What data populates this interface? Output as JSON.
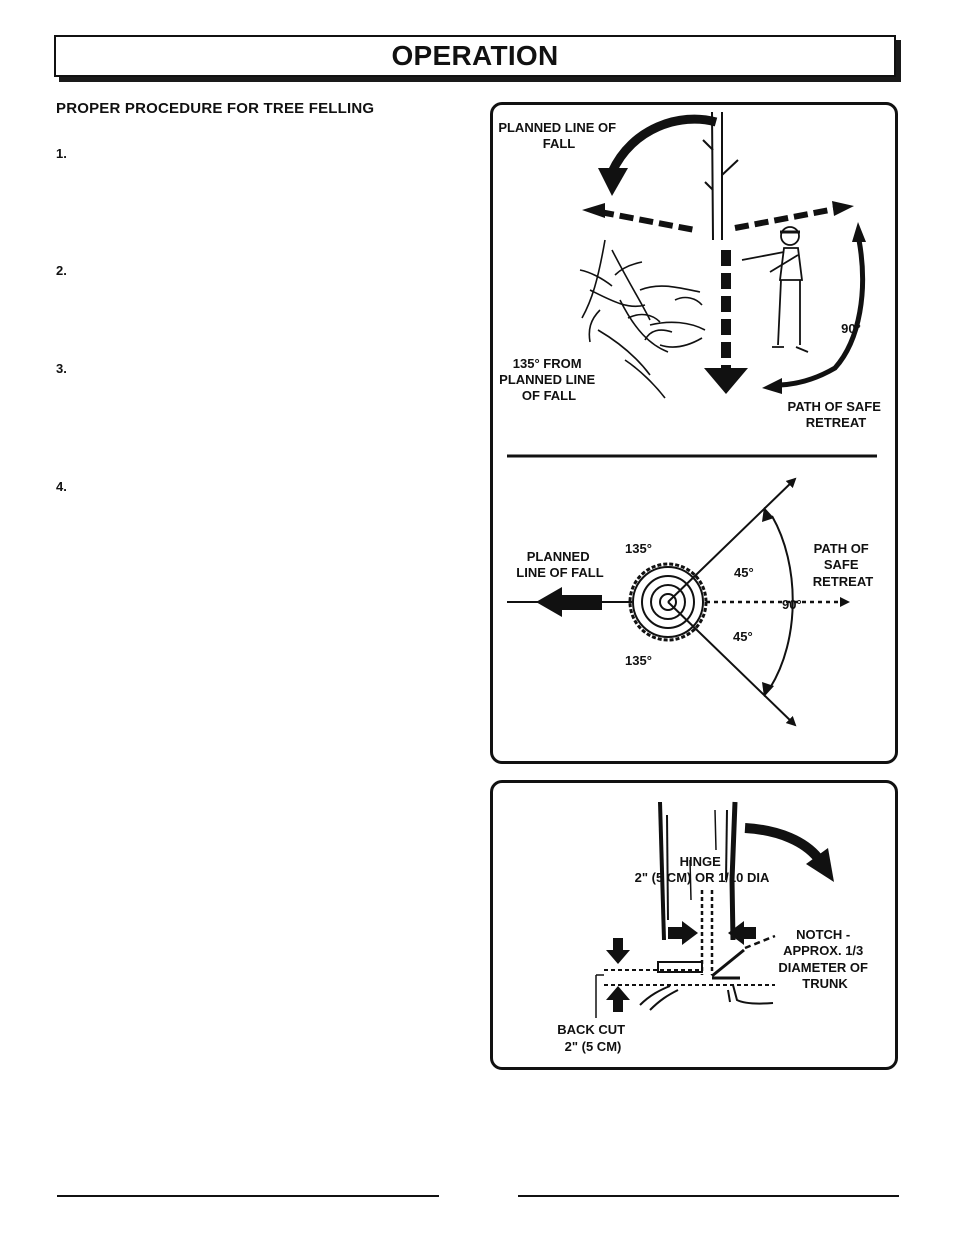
{
  "header": {
    "title": "OPERATION"
  },
  "section": {
    "heading": "PROPER PROCEDURE FOR TREE FELLING"
  },
  "steps": [
    "1.",
    "2.",
    "3.",
    "4."
  ],
  "figure1": {
    "planned_line": [
      "PLANNED LINE OF",
      "FALL"
    ],
    "angle_135": [
      "135° FROM",
      "PLANNED LINE",
      "OF FALL"
    ],
    "angle_90": "90°",
    "safe_retreat": [
      "PATH OF SAFE",
      "RETREAT"
    ]
  },
  "figure2": {
    "planned_line": [
      "PLANNED",
      "LINE OF FALL"
    ],
    "angle_135_top": "135°",
    "angle_135_bottom": "135°",
    "angle_45_top": "45°",
    "angle_45_bottom": "45°",
    "angle_90": "90°",
    "safe_retreat": [
      "PATH OF",
      "SAFE",
      "RETREAT"
    ]
  },
  "figure3": {
    "hinge": [
      "HINGE",
      "2\" (5 CM) OR 1/10 DIA"
    ],
    "notch": [
      "NOTCH -",
      "APPROX. 1/3",
      "DIAMETER OF",
      "TRUNK"
    ],
    "back_cut": [
      "BACK  CUT",
      "2\" (5 CM)"
    ]
  }
}
